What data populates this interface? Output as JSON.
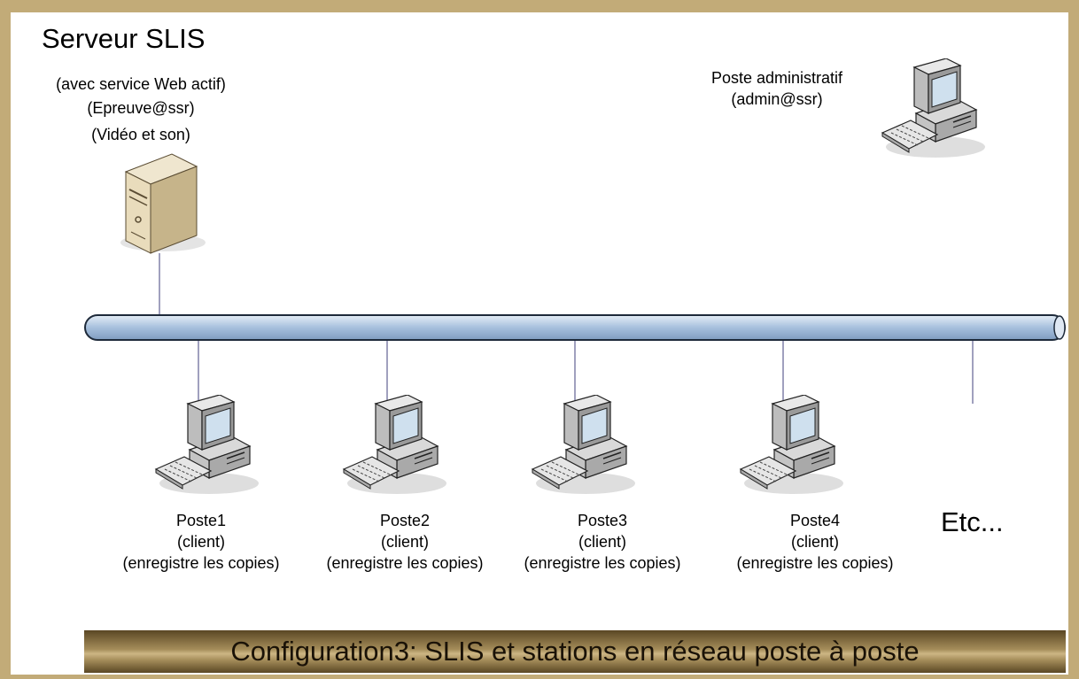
{
  "server": {
    "title": "Serveur SLIS",
    "lines": [
      "(avec service Web actif)",
      "(Epreuve@ssr)",
      "(Vidéo et son)"
    ],
    "icon": "server-tower-icon"
  },
  "admin": {
    "lines": [
      "Poste administratif",
      "(admin@ssr)"
    ],
    "icon": "desktop-computer-icon"
  },
  "clients": [
    {
      "name": "Poste1",
      "role": "(client)",
      "desc": "(enregistre les copies)"
    },
    {
      "name": "Poste2",
      "role": "(client)",
      "desc": "(enregistre les copies)"
    },
    {
      "name": "Poste3",
      "role": "(client)",
      "desc": "(enregistre les copies)"
    },
    {
      "name": "Poste4",
      "role": "(client)",
      "desc": "(enregistre les copies)"
    }
  ],
  "etc": "Etc...",
  "banner": "Configuration3: SLIS et stations en réseau poste à poste",
  "colors": {
    "frame": "#c2ab78",
    "bus": "#a7c0dd",
    "banner": "#a58d5a"
  }
}
